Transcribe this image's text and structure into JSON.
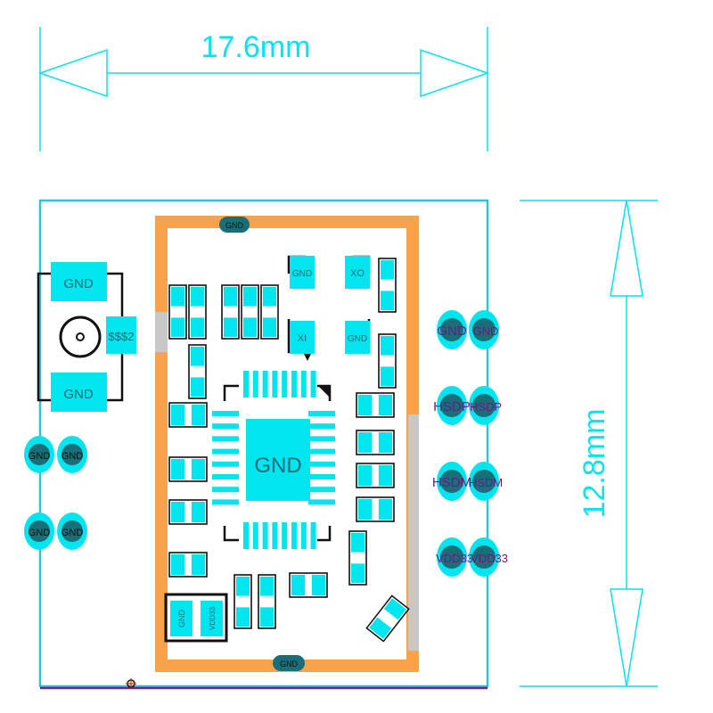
{
  "dimensions": {
    "width_label": "17.6mm",
    "height_label": "12.8mm"
  },
  "colors": {
    "cyan": "#00e5ee",
    "outline": "#2ec4d8",
    "orange": "#f7a34b",
    "gray": "#c8c8c8",
    "purple": "#7a1f8a",
    "black": "#111111",
    "teal": "#1a6e78",
    "pin_text": "#6a1b8a"
  },
  "labels": {
    "gnd": "GND",
    "xo": "XO",
    "xi": "XI",
    "sss2": "$$$2",
    "vdd33": "VDD33",
    "hsdp": "HSDP",
    "hsdm": "HSDM"
  },
  "pins": {
    "right_outer": [
      "GND",
      "HSDP",
      "HSDM",
      "VDD33"
    ],
    "right_inner": [
      "GND",
      "HSDP",
      "HSDM",
      "VDD33"
    ],
    "left_pairs": [
      [
        "GND",
        "GND"
      ],
      [
        "GND",
        "GND"
      ]
    ]
  }
}
